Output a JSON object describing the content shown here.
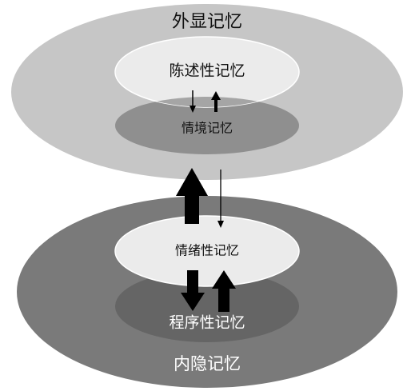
{
  "diagram": {
    "explicit_memory": "外显记忆",
    "declarative_memory": "陈述性记忆",
    "episodic_memory": "情境记忆",
    "emotional_memory": "情绪性记忆",
    "procedural_memory": "程序性记忆",
    "implicit_memory": "内隐记忆"
  },
  "colors": {
    "outer_top": "#c6c6c6",
    "outer_bottom": "#7a7a7a",
    "inner_light": "#ebebeb",
    "inner_dark": "#8f8f8f",
    "inner_bottom_dark": "#656565",
    "arrow": "#000000",
    "text_dark": "#111111",
    "text_light": "#ffffff"
  }
}
